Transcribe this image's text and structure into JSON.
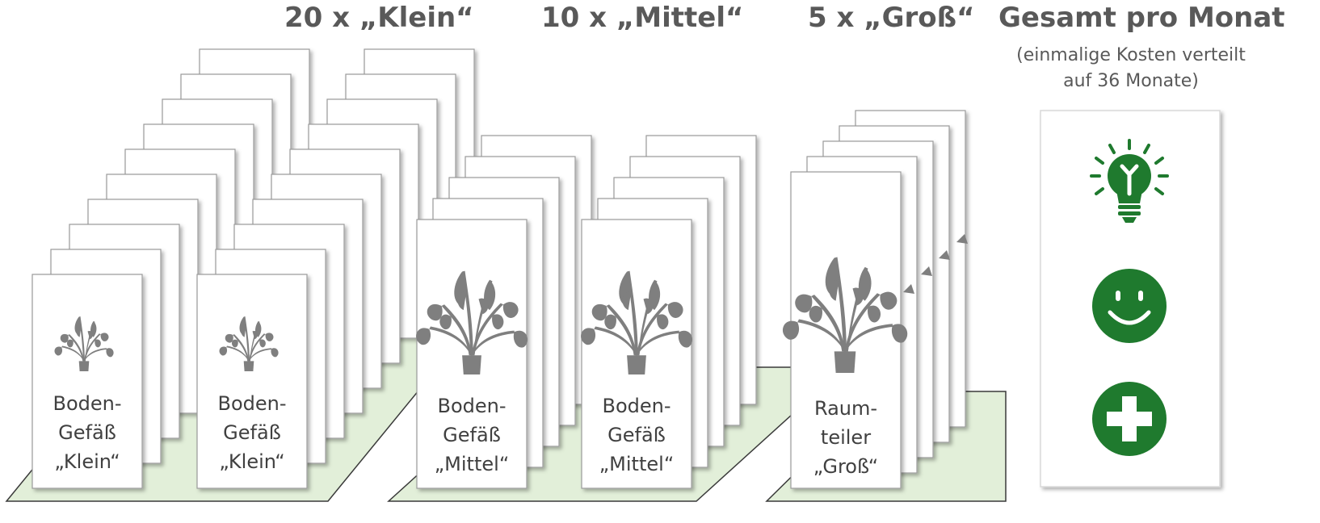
{
  "headers": {
    "small": "20 x „Klein“",
    "medium": "10 x „Mittel“",
    "large": "5 x „Groß“",
    "total": "Gesamt pro Monat",
    "note_line1": "(einmalige Kosten verteilt",
    "note_line2": "auf 36 Monate)"
  },
  "cards": {
    "small": {
      "line1": "Boden-",
      "line2": "Gefäß",
      "line3": "„Klein“"
    },
    "medium": {
      "line1": "Boden-",
      "line2": "Gefäß",
      "line3": "„Mittel“"
    },
    "large": {
      "line1": "Raum-",
      "line2": "teiler",
      "line3": "„Groß“"
    }
  },
  "icons": [
    "lightbulb-icon",
    "smiley-icon",
    "first-aid-cross-icon"
  ],
  "colors": {
    "green": "#1f7a2e",
    "floor": "#e2efd9",
    "plant": "#7f7f7f",
    "text": "#595959"
  }
}
